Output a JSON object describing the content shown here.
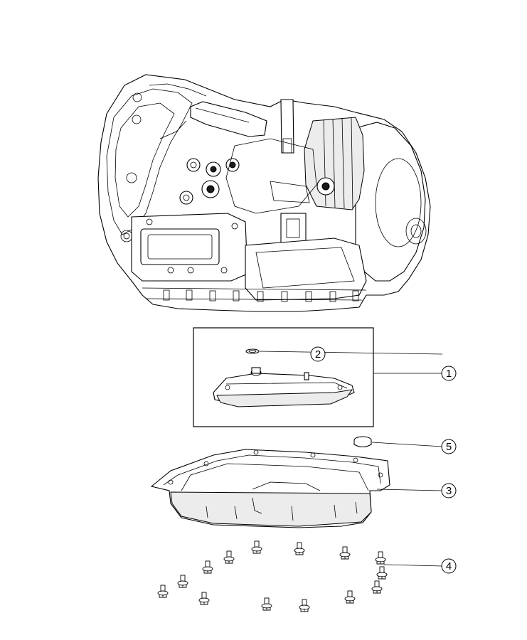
{
  "callouts": [
    {
      "id": "1",
      "label": "1"
    },
    {
      "id": "2",
      "label": "2"
    },
    {
      "id": "3",
      "label": "3"
    },
    {
      "id": "4",
      "label": "4"
    },
    {
      "id": "5",
      "label": "5"
    }
  ],
  "colors": {
    "line": "#000000",
    "background": "#ffffff",
    "shade": "#ececec"
  }
}
